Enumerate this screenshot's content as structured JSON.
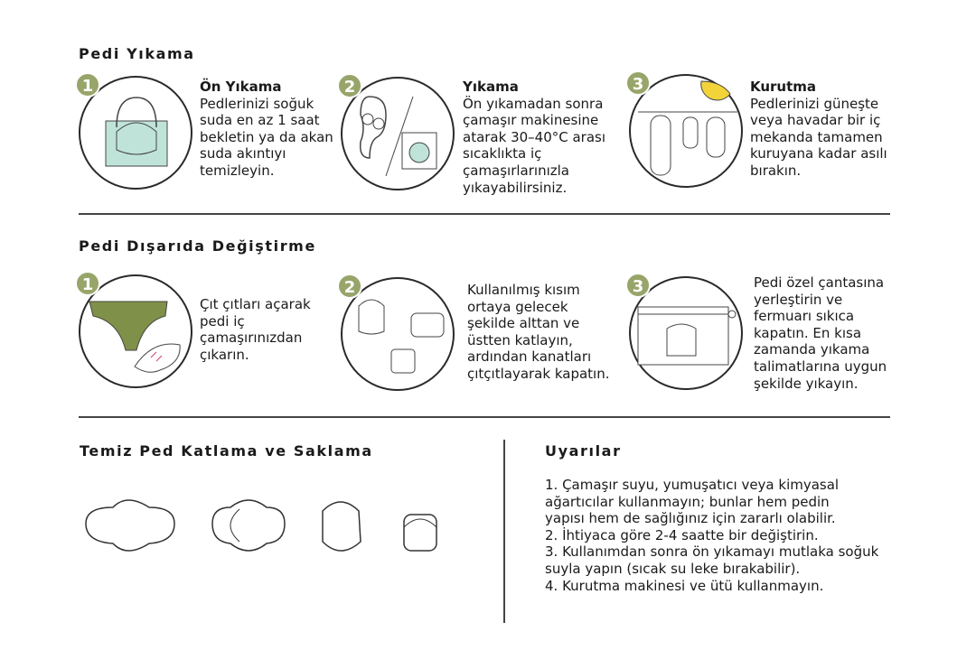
{
  "washing": {
    "title": "Pedi Yıkama",
    "steps": [
      {
        "num": "1",
        "title": "Ön Yıkama",
        "text": "Pedlerinizi soğuk\nsuda en az 1 saat\nbekletin ya da akan\nsuda akıntıyı\ntemizleyin."
      },
      {
        "num": "2",
        "title": "Yıkama",
        "text": "Ön yıkamadan sonra\nçamaşır makinesine\natarak 30–40°C arası\nsıcaklıkta iç\nçamaşırlarınızla\nyıkayabilirsiniz."
      },
      {
        "num": "3",
        "title": "Kurutma",
        "text": "Pedlerinizi güneşte\nveya havadar bir iç\nmekanda tamamen\nkuruyana kadar asılı\nbırakın."
      }
    ]
  },
  "changing": {
    "title": "Pedi Dışarıda Değiştirme",
    "steps": [
      {
        "num": "1",
        "text": "Çıt çıtları açarak\npedi iç\nçamaşırınızdan\nçıkarın."
      },
      {
        "num": "2",
        "text": "Kullanılmış kısım\nortaya gelecek\nşekilde alttan ve\nüstten katlayın,\nardından kanatları\nçıtçıtlayarak kapatın."
      },
      {
        "num": "3",
        "text": "Pedi özel çantasına\nyerleştirin ve\nfermuarı sıkıca\nkapatın. En kısa\nzamanda yıkama\ntalimatlarına uygun\nşekilde yıkayın."
      }
    ]
  },
  "folding": {
    "title": "Temiz Ped Katlama ve Saklama"
  },
  "warnings": {
    "title": "Uyarılar",
    "text": "1. Çamaşır suyu, yumuşatıcı veya kimyasal\nağartıcılar kullanmayın; bunlar hem pedin\nyapısı hem de sağlığınız için zararlı olabilir.\n2. İhtiyaca göre 2-4 saatte bir değiştirin.\n3. Kullanımdan sonra ön yıkamayı mutlaka soğuk\nsuyla yapın (sıcak su leke bırakabilir).\n4. Kurutma makinesi ve ütü kullanmayın."
  },
  "colors": {
    "badge": "#98a56a",
    "water": "#bfe3d9",
    "underwear": "#7f9148",
    "sun": "#f2d43a",
    "accent": "#d23c6e"
  }
}
